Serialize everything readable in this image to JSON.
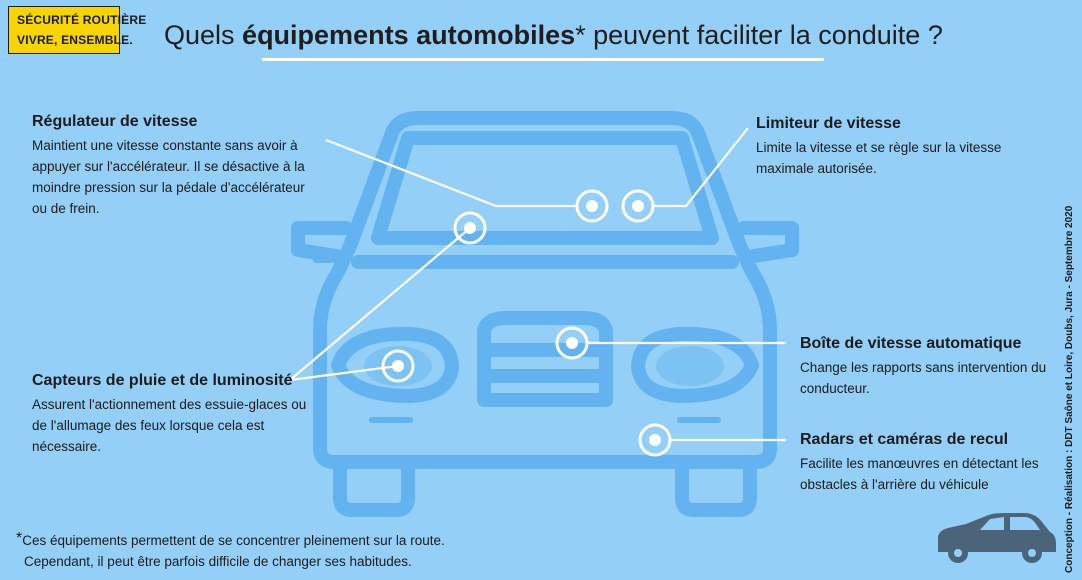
{
  "logo": {
    "line1": "SÉCURITÉ ROUTIÈRE",
    "line2": "VIVRE, ENSEMBLE."
  },
  "title": {
    "prefix": "Quels ",
    "bold": "équipements automobiles",
    "suffix": "* peuvent faciliter la conduite ?"
  },
  "features": {
    "regulateur": {
      "title": "Régulateur de vitesse",
      "text": "Maintient une vitesse constante sans avoir à appuyer sur l'accélérateur. Il se désactive à la moindre pression sur la pédale d'accélérateur ou de frein."
    },
    "limiteur": {
      "title": "Limiteur de vitesse",
      "text": "Limite la vitesse et se règle sur la vitesse maximale autorisée."
    },
    "capteurs": {
      "title": "Capteurs de pluie et de luminosité",
      "text": "Assurent l'actionnement des essuie-glaces ou de l'allumage des feux lorsque cela est nécessaire."
    },
    "boite": {
      "title": "Boîte de vitesse automatique",
      "text": "Change les rapports sans intervention du conducteur."
    },
    "radars": {
      "title": "Radars et caméras de recul",
      "text": "Facilite les manœuvres en détectant les obstacles à l'arrière du véhicule"
    }
  },
  "footnote": {
    "star": "*",
    "line1": "Ces équipements permettent de se concentrer pleinement sur la route.",
    "line2": "Cependant, il peut être parfois difficile de changer ses habitudes."
  },
  "credit": "Conception - Réalisation : DDT Saône et Loire, Doubs, Jura - Septembre 2020",
  "colors": {
    "background": "#93cff7",
    "car_outline": "#62b3f0",
    "logo_yellow": "#f7d500",
    "callout": "#ffffff",
    "small_car": "#4b6479"
  },
  "icons": [
    "car-front-illustration",
    "small-car-icon",
    "callout-target-icon"
  ]
}
